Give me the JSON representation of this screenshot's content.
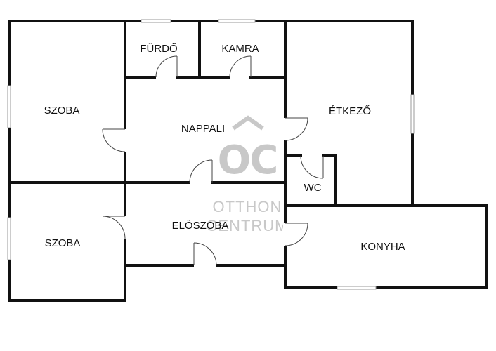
{
  "rooms": {
    "szoba_top": "SZOBA",
    "furdo": "FÜRDŐ",
    "kamra": "KAMRA",
    "nappali": "NAPPALI",
    "etkezo": "ÉTKEZŐ",
    "wc": "WC",
    "szoba_bottom": "SZOBA",
    "eloszoba": "ELŐSZOBA",
    "konyha": "KONYHA"
  },
  "watermark": {
    "monogram": "OC",
    "line1": "OTTHON",
    "line2": "CENTRUM"
  },
  "colors": {
    "wall": "#111111",
    "watermark": "#c8c8c8",
    "background": "#ffffff"
  }
}
